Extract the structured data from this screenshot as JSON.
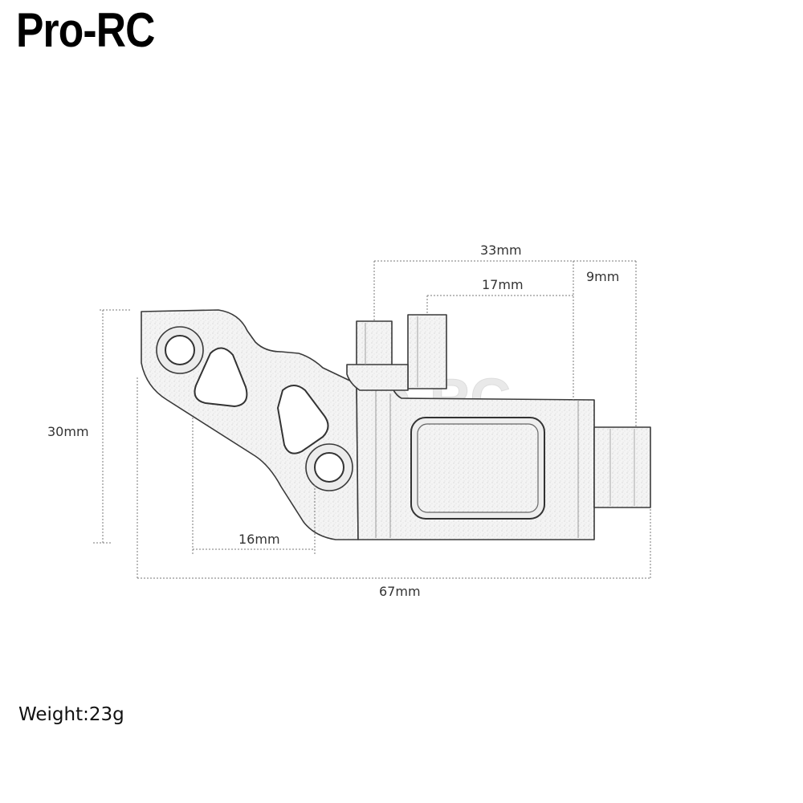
{
  "brand": {
    "logo_text": "Pro-RC"
  },
  "dimensions": {
    "top_overall": "33mm",
    "top_inner": "17mm",
    "top_right": "9mm",
    "height": "30mm",
    "bottom_inner": "16mm",
    "width_overall": "67mm"
  },
  "specs": {
    "weight": "Weight:23g"
  },
  "watermark": {
    "text": "Pro-RC"
  },
  "colors": {
    "part_fill": "#f2f2f2",
    "part_edge": "#3a3a3a",
    "dimension_line": "#7a7a7a",
    "brand_text": "#000000"
  }
}
